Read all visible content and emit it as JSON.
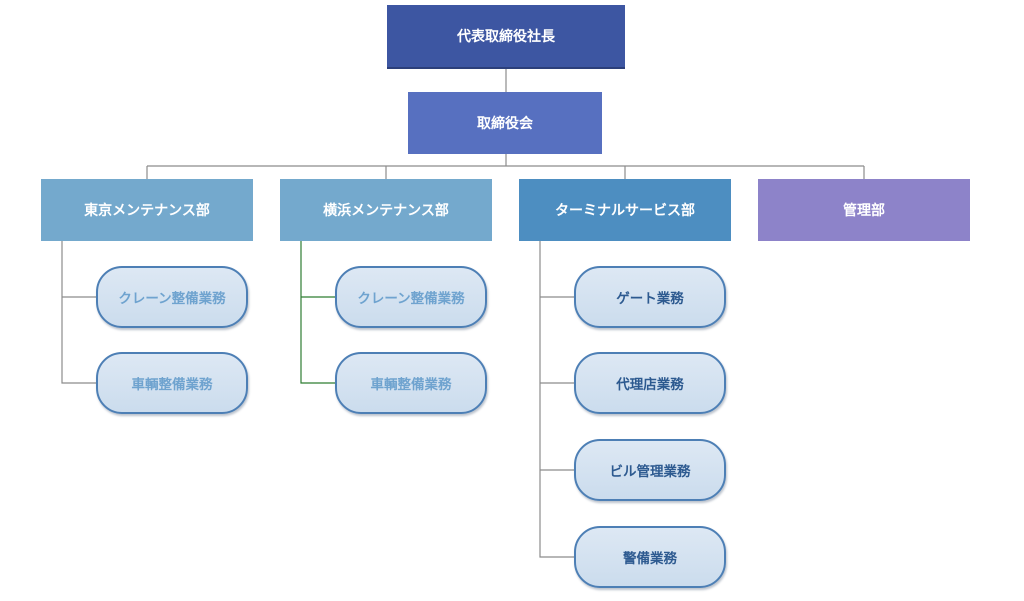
{
  "colors": {
    "ceo": "#3d56a2",
    "board": "#5770c0",
    "dept_blue": "#74a9cd",
    "dept_terminal": "#4d8ec1",
    "dept_admin": "#8d83c9",
    "line": "#8c8c8c",
    "line_highlight": "#2e7d32",
    "sub_text_faded": "#6fa3cf",
    "sub_text": "#2d5a90"
  },
  "ceo": {
    "label": "代表取締役社長"
  },
  "board": {
    "label": "取締役会"
  },
  "departments": [
    {
      "label": "東京メンテナンス部",
      "color": "dept_blue",
      "units": [
        {
          "label": "クレーン整備業務",
          "faded": true
        },
        {
          "label": "車輌整備業務",
          "faded": true
        }
      ]
    },
    {
      "label": "横浜メンテナンス部",
      "color": "dept_blue",
      "units": [
        {
          "label": "クレーン整備業務",
          "faded": true
        },
        {
          "label": "車輌整備業務",
          "faded": true
        }
      ]
    },
    {
      "label": "ターミナルサービス部",
      "color": "dept_terminal",
      "units": [
        {
          "label": "ゲート業務",
          "faded": false
        },
        {
          "label": "代理店業務",
          "faded": false
        },
        {
          "label": "ビル管理業務",
          "faded": false
        },
        {
          "label": "警備業務",
          "faded": false
        }
      ]
    },
    {
      "label": "管理部",
      "color": "dept_admin",
      "units": []
    }
  ]
}
